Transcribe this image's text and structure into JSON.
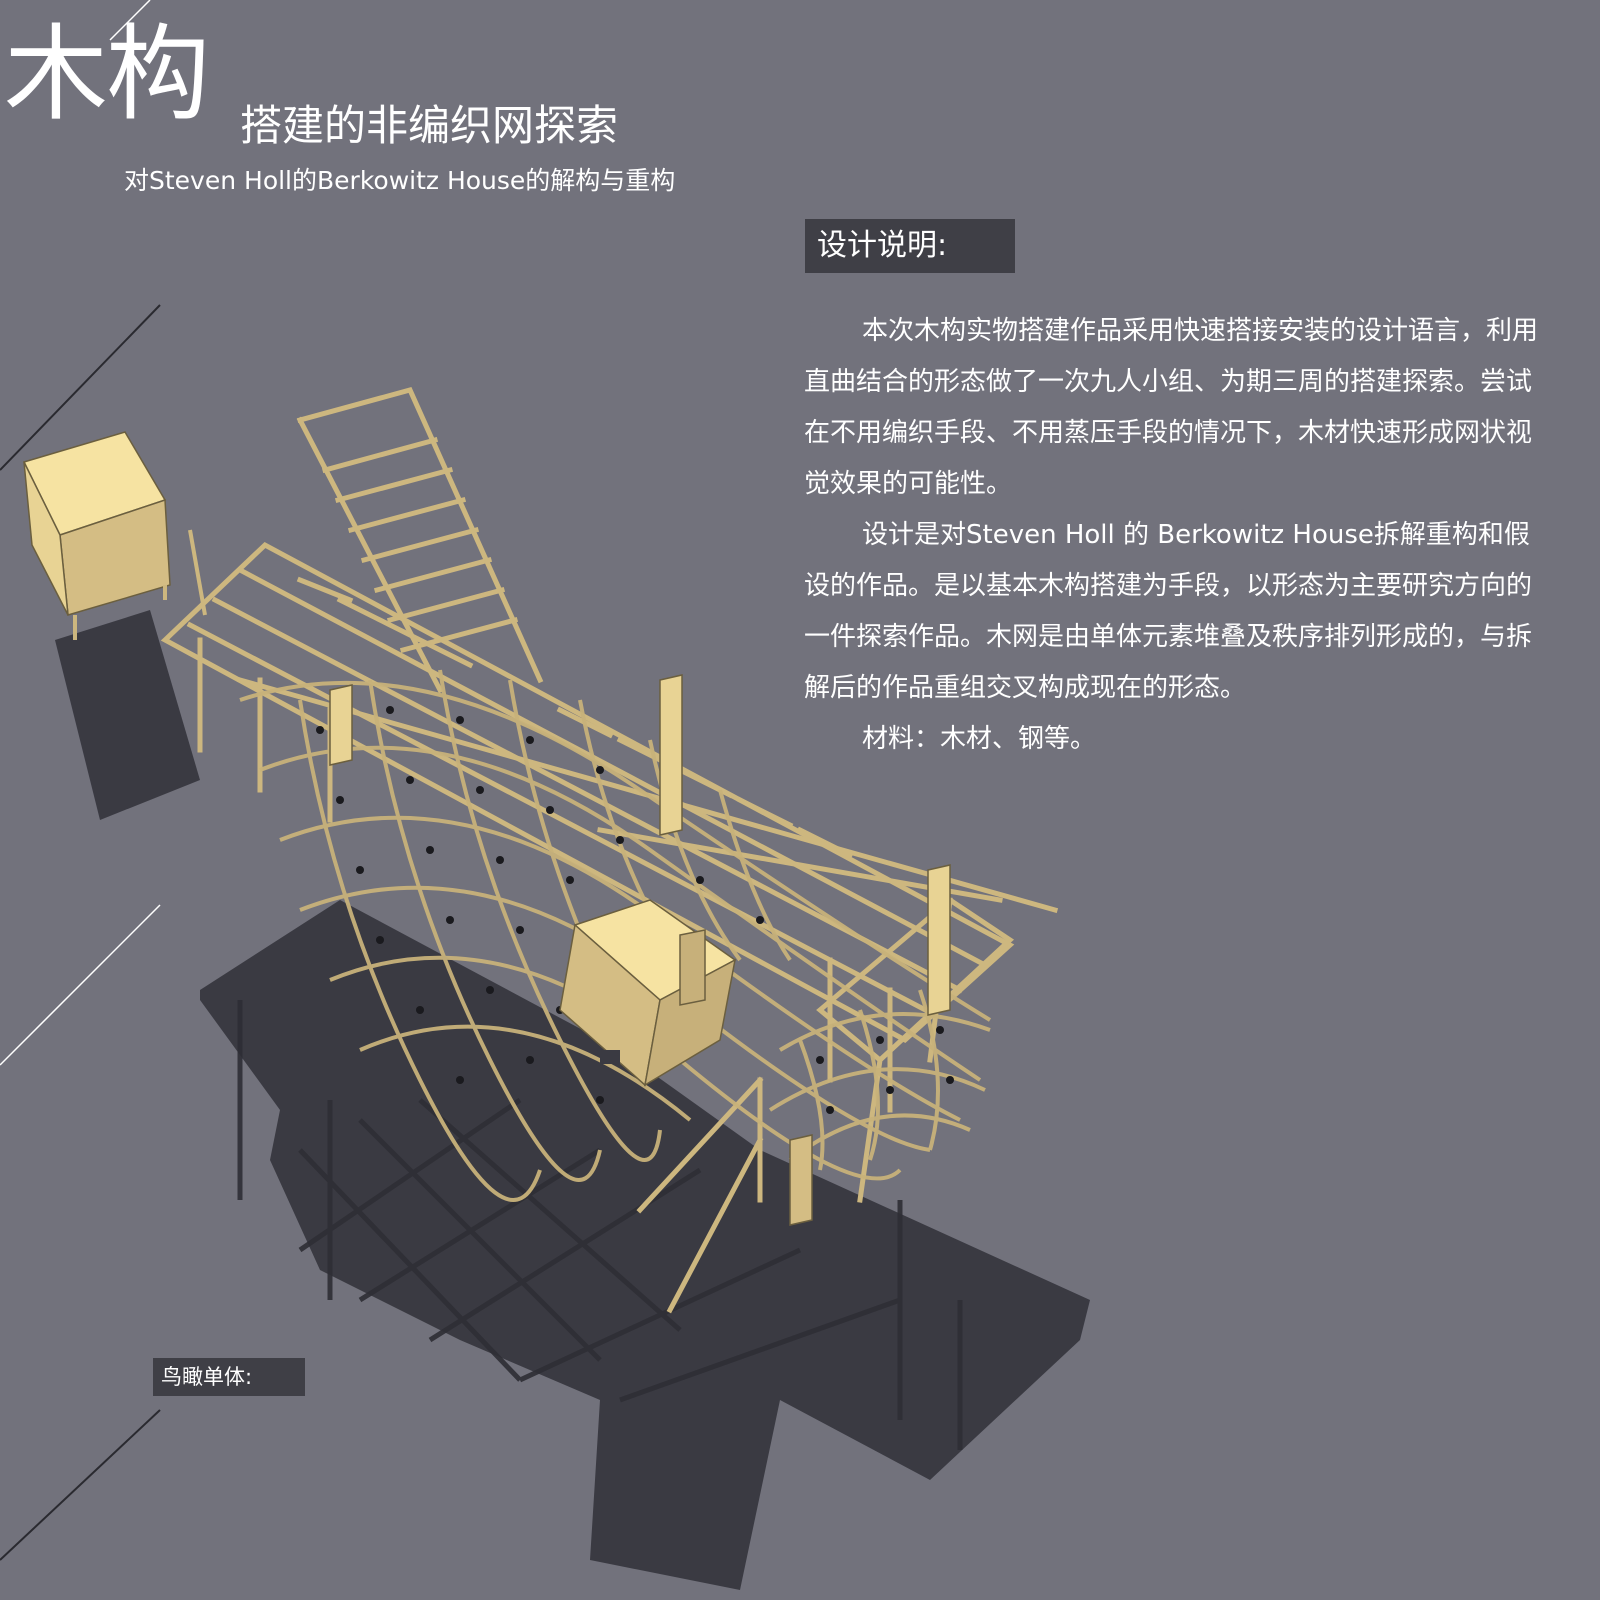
{
  "header": {
    "title_main": "木构",
    "title_sub": "搭建的非编织网探索",
    "subtitle": "对Steven Holl的Berkowitz House的解构与重构"
  },
  "description": {
    "label": "设计说明:",
    "paragraphs": [
      "本次木构实物搭建作品采用快速搭接安装的设计语言，利用直曲结合的形态做了一次九人小组、为期三周的搭建探索。尝试在不用编织手段、不用蒸压手段的情况下，木材快速形成网状视觉效果的可能性。",
      "设计是对Steven Holl 的 Berkowitz House拆解重构和假设的作品。是以基本木构搭建为手段，以形态为主要研究方向的一件探索作品。木网是由单体元素堆叠及秩序排列形成的，与拆解后的作品重组交叉构成现在的形态。",
      "材料：木材、钢等。"
    ]
  },
  "bird_view": {
    "label": "鸟瞰单体:"
  },
  "colors": {
    "background": "#72727c",
    "label_bg": "#3f3f46",
    "wood": "#d9c28a",
    "wood_light": "#f5e2a0",
    "shadow": "#3a3a42"
  }
}
